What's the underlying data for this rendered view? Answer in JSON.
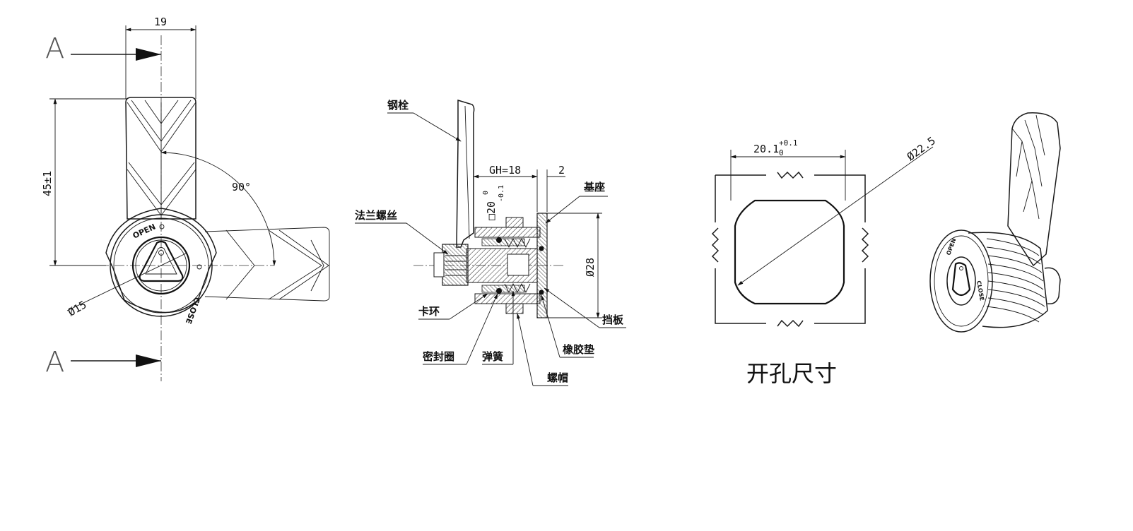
{
  "front_view": {
    "section_label_top": "A",
    "section_label_bottom": "A",
    "dim_width": "19",
    "dim_height": "45±1",
    "dim_angle": "90°",
    "dim_diameter": "Ø15",
    "dial_open": "OPEN",
    "dial_close": "CLOSE"
  },
  "section_view": {
    "dim_gh": "GH=18",
    "dim_thickness": "2",
    "dim_square": "□20",
    "dim_square_tol_upper": "0",
    "dim_square_tol_lower": "-0.1",
    "dim_diameter": "Ø28",
    "labels": {
      "steel_pin": "钢栓",
      "flange_screw": "法兰螺丝",
      "base": "基座",
      "baffle": "挡板",
      "retaining_ring": "卡环",
      "seal_ring": "密封圈",
      "spring": "弹簧",
      "rubber_pad": "橡胶垫",
      "nut": "螺帽"
    }
  },
  "cutout_view": {
    "dim_width": "20.1",
    "tol_upper": "+0.1",
    "tol_lower": "0",
    "dim_diagonal": "Ø22.5",
    "title": "开孔尺寸"
  },
  "iso_view": {
    "dial_open": "OPEN",
    "dial_close": "CLOSE"
  }
}
